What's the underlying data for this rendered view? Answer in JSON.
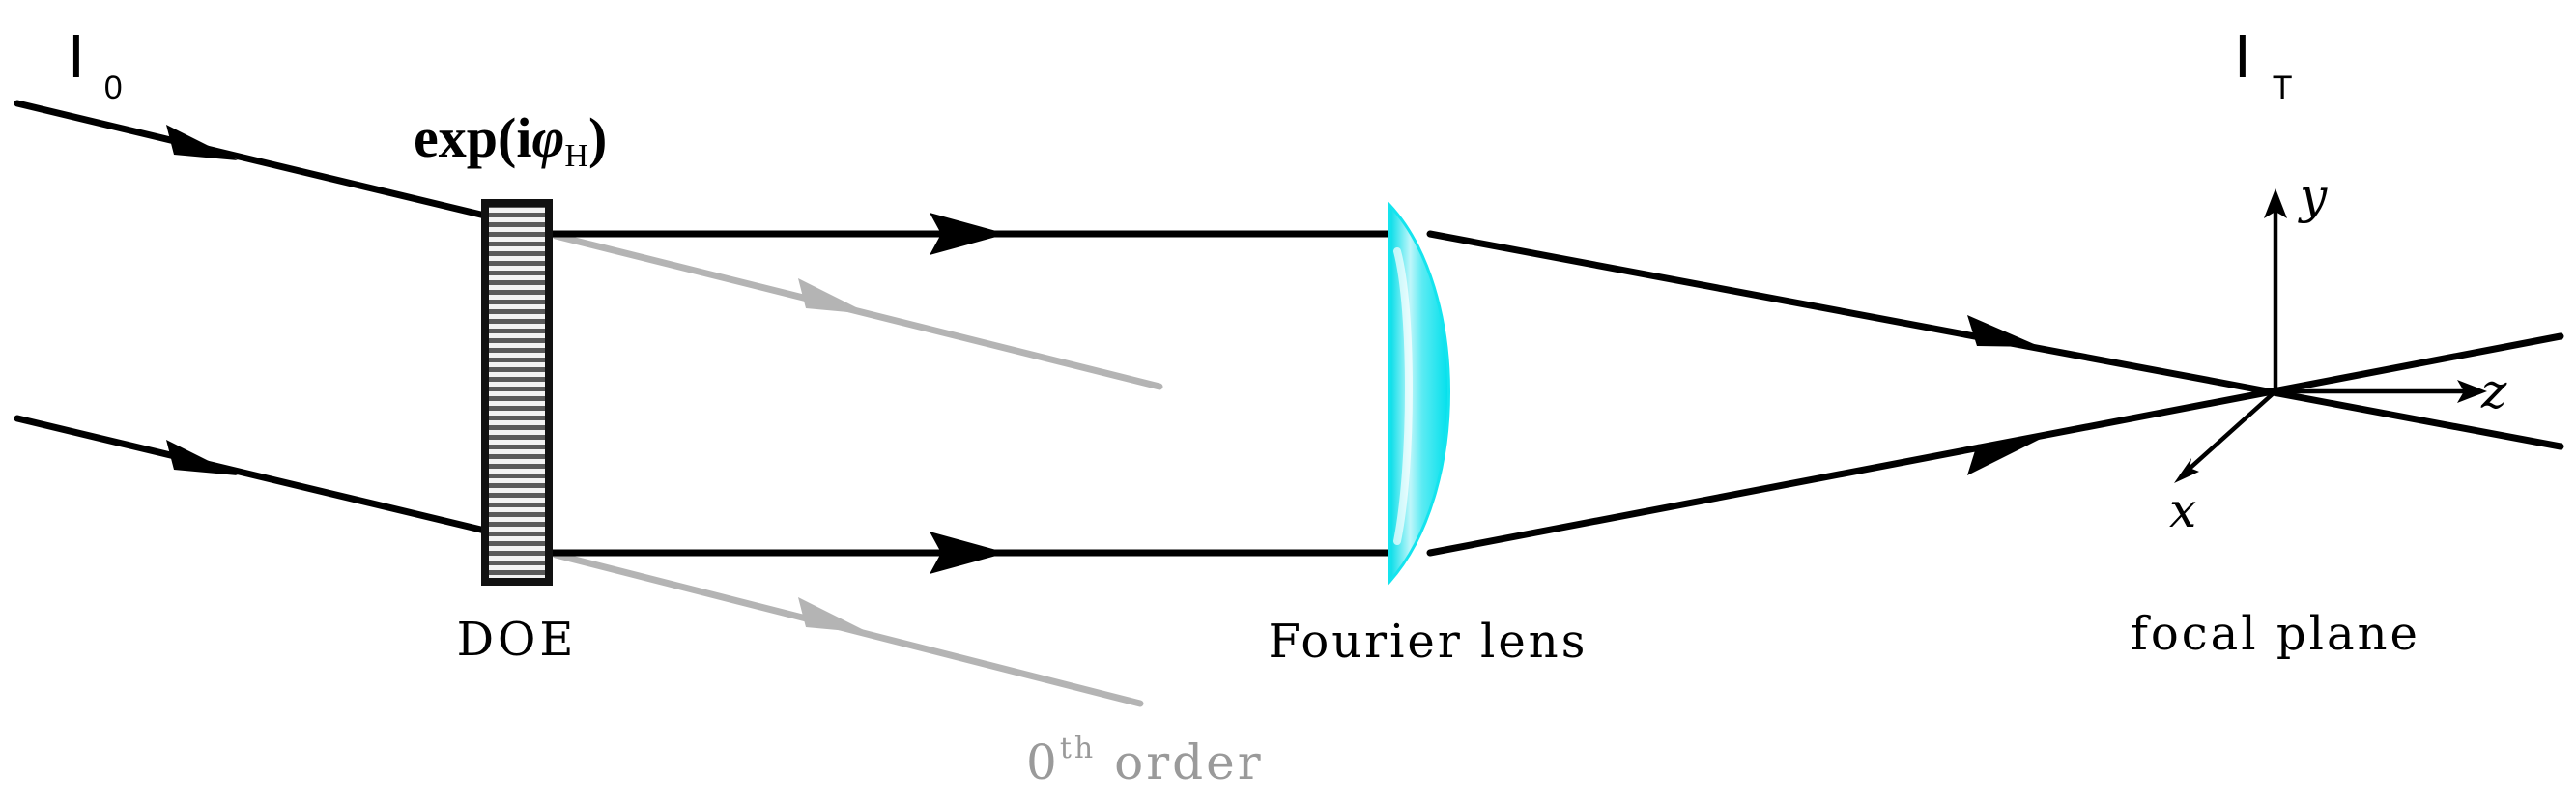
{
  "labels": {
    "input_intensity": {
      "main": "I",
      "sub": "0"
    },
    "target_intensity": {
      "main": "I",
      "sub": "T"
    },
    "phase": {
      "prefix": "exp(i",
      "symbol": "φ",
      "sub": "H",
      "suffix": ")"
    },
    "doe": "DOE",
    "lens": "Fourier lens",
    "focal_plane": "focal plane",
    "zeroth_order": {
      "main": "0",
      "sup": "th",
      "rest": " order"
    },
    "axis_x": "x",
    "axis_y": "y",
    "axis_z": "z"
  },
  "colors": {
    "beam": "#000000",
    "zeroth_order_beam": "#b4b4b4",
    "zeroth_order_text": "#9a9a9a",
    "lens_fill": "#00e5f0",
    "doe_frame": "#111111"
  }
}
